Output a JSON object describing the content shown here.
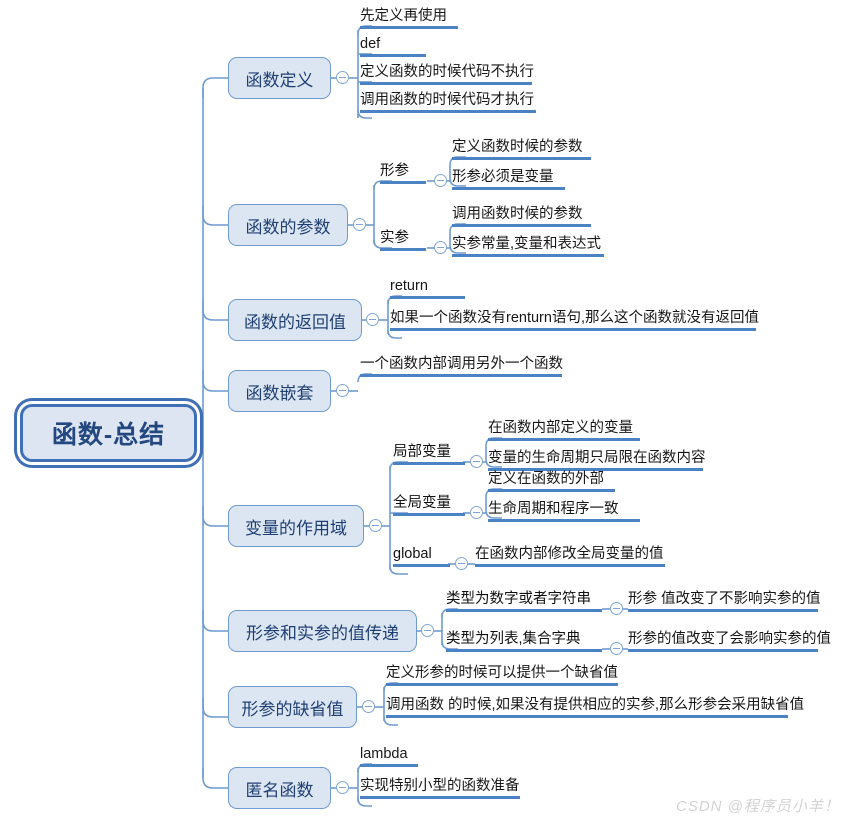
{
  "diagram": {
    "type": "mind-map",
    "root": {
      "label": "函数-总结"
    },
    "watermark": "CSDN @程序员小羊！",
    "colors": {
      "root_fill": "#dce5f1",
      "root_border": "#3f6fb5",
      "topic_fill": "#dce6f2",
      "topic_border": "#6f9bd1",
      "underline": "#4a82c4",
      "wire": "#6f9bd1",
      "root_text": "#23477f",
      "topic_text": "#1f3f73",
      "leaf_text": "#171717",
      "watermark_text": "#d2d2d2"
    },
    "branches": [
      {
        "label": "函数定义",
        "children": [
          {
            "label": "先定义再使用"
          },
          {
            "label": "def"
          },
          {
            "label": "定义函数的时候代码不执行"
          },
          {
            "label": "调用函数的时候代码才执行"
          }
        ]
      },
      {
        "label": "函数的参数",
        "children": [
          {
            "label": "形参",
            "children": [
              {
                "label": "定义函数时候的参数"
              },
              {
                "label": "形参必须是变量"
              }
            ]
          },
          {
            "label": "实参",
            "children": [
              {
                "label": "调用函数时候的参数"
              },
              {
                "label": "实参常量,变量和表达式"
              }
            ]
          }
        ]
      },
      {
        "label": "函数的返回值",
        "children": [
          {
            "label": "return"
          },
          {
            "label": "如果一个函数没有renturn语句,那么这个函数就没有返回值"
          }
        ]
      },
      {
        "label": "函数嵌套",
        "children": [
          {
            "label": "一个函数内部调用另外一个函数"
          }
        ]
      },
      {
        "label": "变量的作用域",
        "children": [
          {
            "label": "局部变量",
            "children": [
              {
                "label": "在函数内部定义的变量"
              },
              {
                "label": "变量的生命周期只局限在函数内容"
              }
            ]
          },
          {
            "label": "全局变量",
            "children": [
              {
                "label": "定义在函数的外部"
              },
              {
                "label": "生命周期和程序一致"
              }
            ]
          },
          {
            "label": "global",
            "children": [
              {
                "label": "在函数内部修改全局变量的值"
              }
            ]
          }
        ]
      },
      {
        "label": "形参和实参的值传递",
        "children": [
          {
            "label": "类型为数字或者字符串",
            "children": [
              {
                "label": "形参 值改变了不影响实参的值"
              }
            ]
          },
          {
            "label": "类型为列表,集合字典",
            "children": [
              {
                "label": "形参的值改变了会影响实参的值"
              }
            ]
          }
        ]
      },
      {
        "label": "形参的缺省值",
        "children": [
          {
            "label": "定义形参的时候可以提供一个缺省值"
          },
          {
            "label": "调用函数 的时候,如果没有提供相应的实参,那么形参会采用缺省值"
          }
        ]
      },
      {
        "label": "匿名函数",
        "children": [
          {
            "label": "lambda"
          },
          {
            "label": "实现特别小型的函数准备"
          }
        ]
      }
    ]
  }
}
